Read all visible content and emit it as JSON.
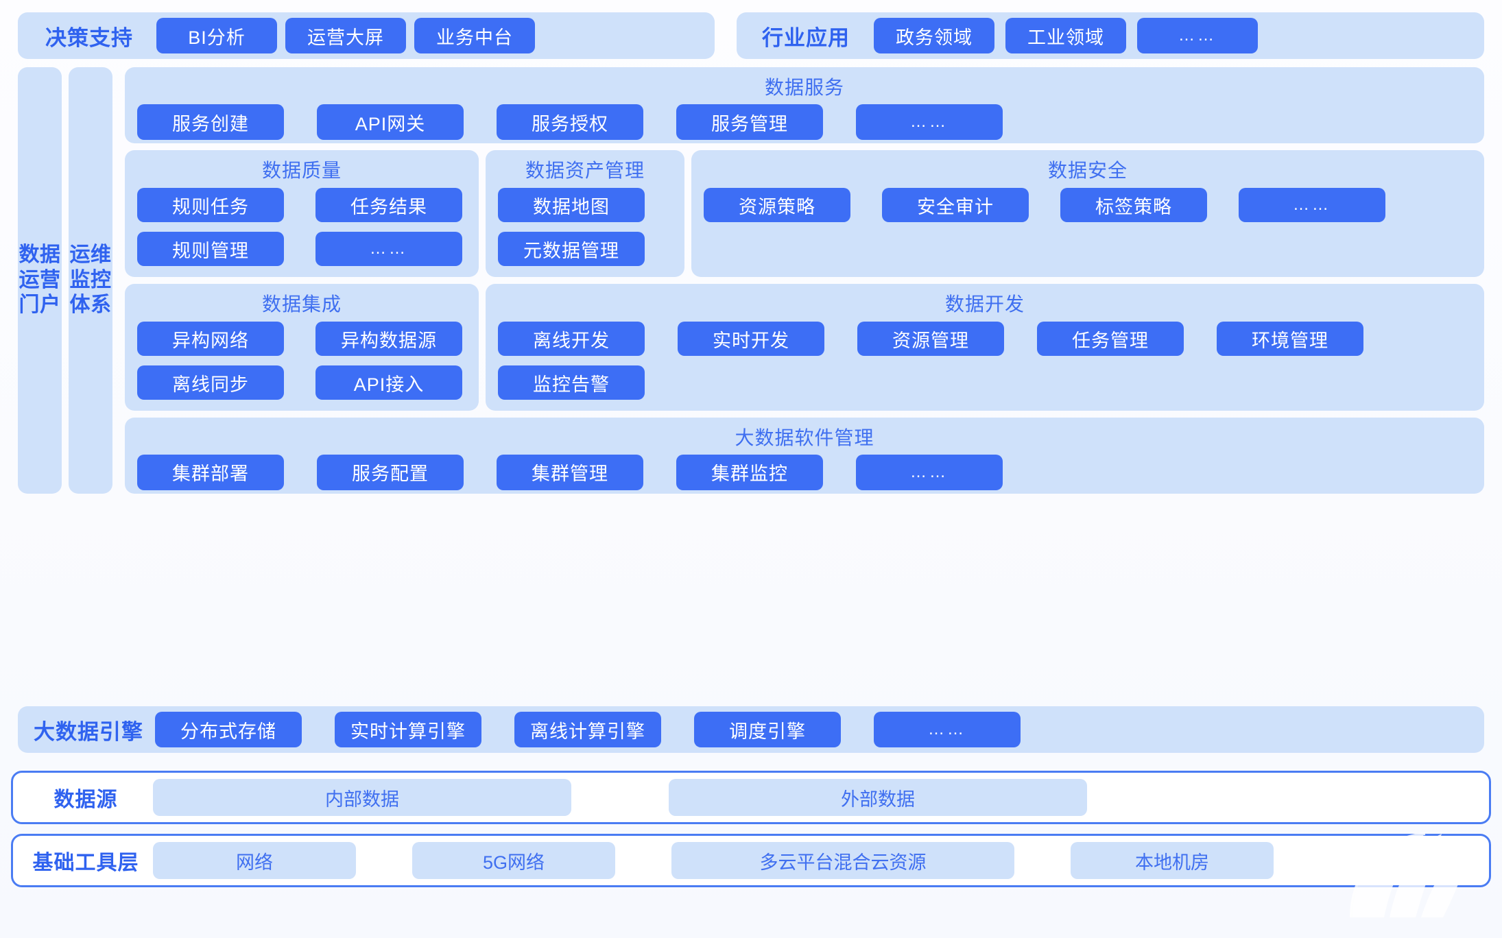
{
  "colors": {
    "panel_light": "#cfe1fa",
    "chip_blue": "#3d6ef5",
    "label_blue": "#2f62ef",
    "border_blue": "#4a7cf3",
    "page_bg": "#fdfdff"
  },
  "top_row": {
    "decision": {
      "label": "决策支持",
      "items": [
        "BI分析",
        "运营大屏",
        "业务中台"
      ]
    },
    "industry": {
      "label": "行业应用",
      "items": [
        "政务领域",
        "工业领域",
        "……"
      ]
    }
  },
  "side_bars": [
    {
      "label": "数据运营门户",
      "lines": [
        "数据",
        "运营",
        "门户"
      ]
    },
    {
      "label": "运维监控体系",
      "lines": [
        "运维",
        "监控",
        "体系"
      ]
    }
  ],
  "data_service": {
    "title": "数据服务",
    "items": [
      "服务创建",
      "API网关",
      "服务授权",
      "服务管理",
      "……"
    ]
  },
  "governance_row": [
    {
      "title": "数据质量",
      "items": [
        "规则任务",
        "任务结果",
        "规则管理",
        "……"
      ]
    },
    {
      "title": "数据资产管理",
      "items": [
        "数据地图",
        "元数据管理"
      ]
    },
    {
      "title": "数据安全",
      "items": [
        "资源策略",
        "安全审计",
        "标签策略",
        "……"
      ]
    }
  ],
  "development_row": [
    {
      "title": "数据集成",
      "items": [
        "异构网络",
        "异构数据源",
        "离线同步",
        "API接入"
      ]
    },
    {
      "title": "数据开发",
      "items": [
        "离线开发",
        "实时开发",
        "资源管理",
        "任务管理",
        "环境管理",
        "监控告警"
      ]
    }
  ],
  "bigdata_software": {
    "title": "大数据软件管理",
    "items": [
      "集群部署",
      "服务配置",
      "集群管理",
      "集群监控",
      "……"
    ]
  },
  "bigdata_engine": {
    "label": "大数据引擎",
    "items": [
      "分布式存储",
      "实时计算引擎",
      "离线计算引擎",
      "调度引擎",
      "……"
    ]
  },
  "data_source": {
    "label": "数据源",
    "items": [
      "内部数据",
      "外部数据"
    ]
  },
  "base_layer": {
    "label": "基础工具层",
    "items": [
      "网络",
      "5G网络",
      "多云平台混合云资源",
      "本地机房"
    ]
  }
}
